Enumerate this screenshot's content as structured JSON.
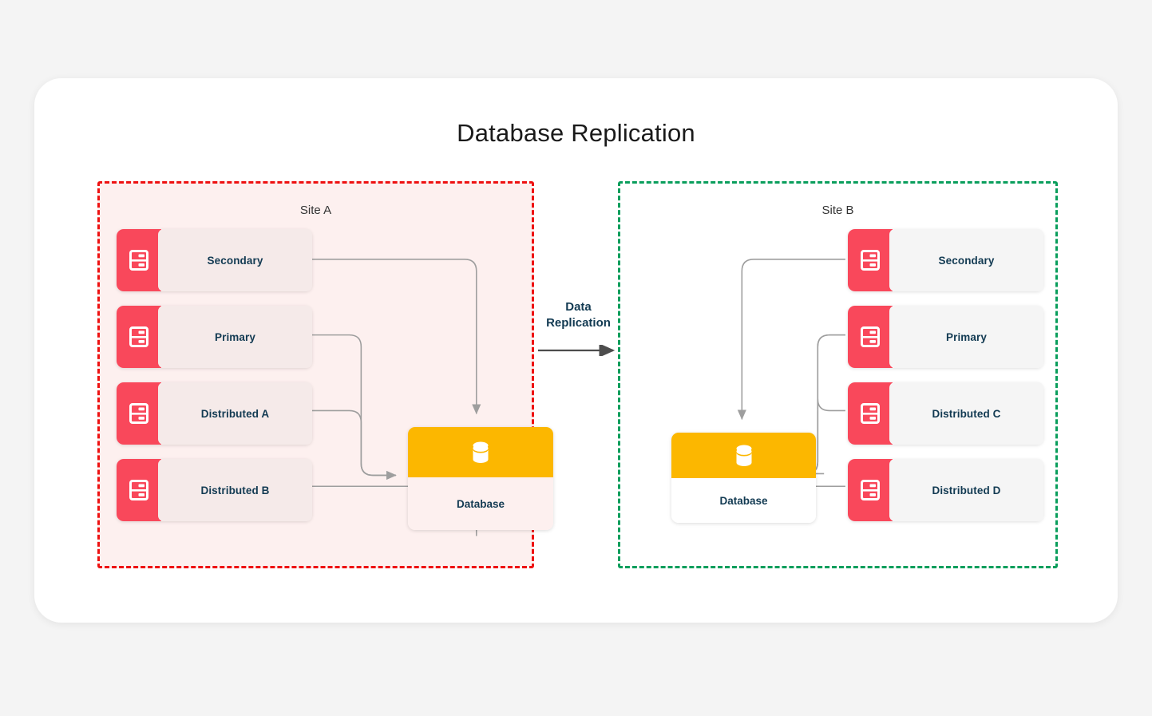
{
  "page": {
    "title": "Database Replication",
    "background_color": "#f4f4f4",
    "card_color": "#ffffff"
  },
  "colors": {
    "site_a_border": "#ee1111",
    "site_a_fill": "#fdf0ef",
    "site_b_border": "#0a9e5c",
    "site_b_fill": "#ffffff",
    "node_icon": "#f9485b",
    "node_body_a": "#f5eae9",
    "node_body_b": "#f5f5f5",
    "database_header": "#fcb700",
    "text_dark": "#123a52",
    "connector": "#9e9e9e"
  },
  "site_a": {
    "label": "Site A",
    "nodes": [
      {
        "label": "Secondary",
        "icon": "server-icon"
      },
      {
        "label": "Primary",
        "icon": "server-icon"
      },
      {
        "label": "Distributed A",
        "icon": "server-icon"
      },
      {
        "label": "Distributed B",
        "icon": "server-icon"
      }
    ],
    "database": {
      "label": "Database",
      "icon": "database-cylinder-icon"
    }
  },
  "site_b": {
    "label": "Site B",
    "nodes": [
      {
        "label": "Secondary",
        "icon": "server-icon"
      },
      {
        "label": "Primary",
        "icon": "server-icon"
      },
      {
        "label": "Distributed C",
        "icon": "server-icon"
      },
      {
        "label": "Distributed D",
        "icon": "server-icon"
      }
    ],
    "database": {
      "label": "Database",
      "icon": "database-cylinder-icon"
    }
  },
  "replication": {
    "label": "Data\nReplication",
    "direction": "site-a-to-site-b"
  }
}
